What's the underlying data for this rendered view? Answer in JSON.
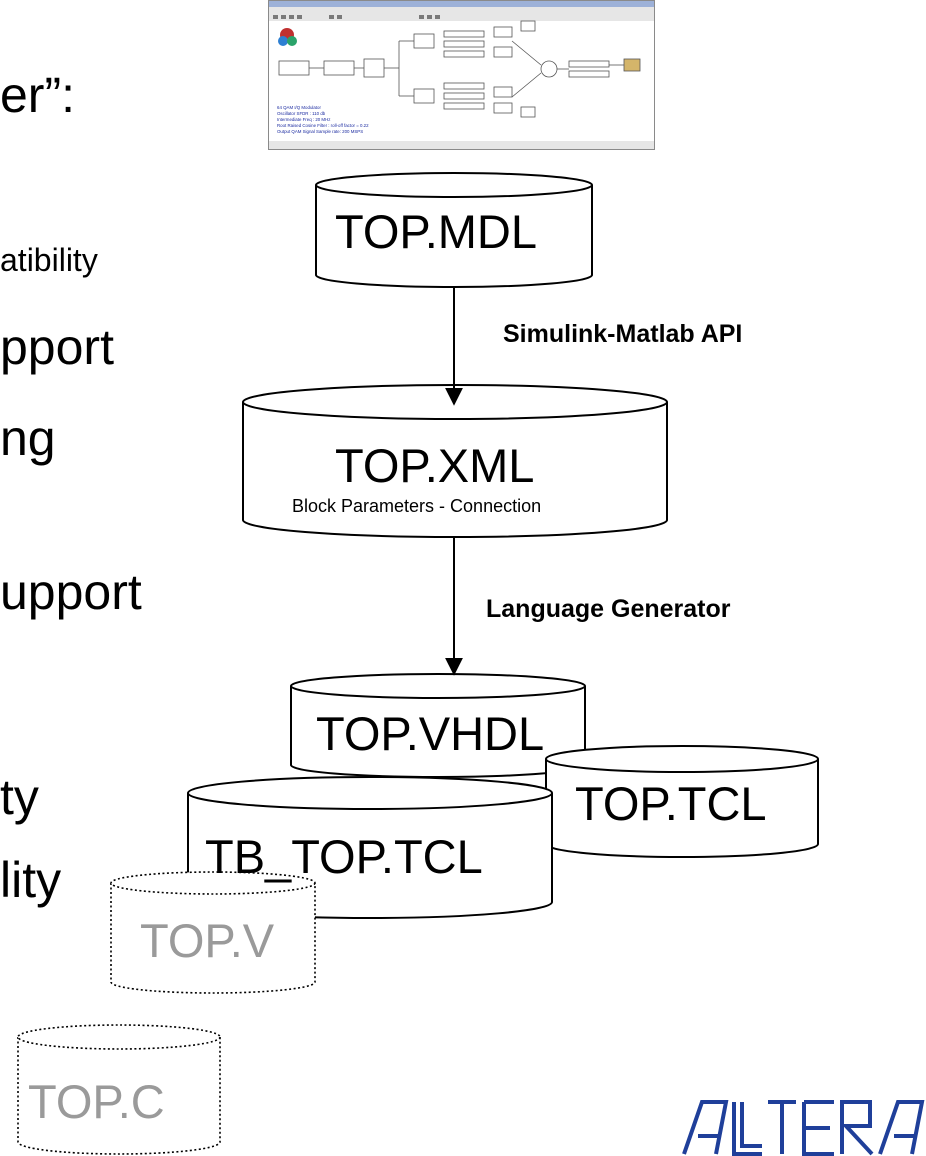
{
  "left_fragments": [
    "er”:",
    "atibility",
    "pport",
    "ng",
    "upport",
    "ty",
    "lity"
  ],
  "screenshot": {
    "lines": [
      "64 QAM I/Q Modulator",
      "Oscillator SFDR : 110 db",
      "Intermediate Freq : 20 MHz",
      "Root Raised Cosine Filter : roll-off factor = 0.22",
      "Output QAM Signal Sample rate: 200 MSPS"
    ]
  },
  "diagram": {
    "mdl": "TOP.MDL",
    "api_label": "Simulink-Matlab API",
    "xml": "TOP.XML",
    "xml_sub": "Block Parameters - Connection",
    "gen_label": "Language Generator",
    "vhdl": "TOP.VHDL",
    "tb_tcl": "TB_TOP.TCL",
    "tcl": "TOP.TCL",
    "v": "TOP.V",
    "c": "TOP.C"
  },
  "colors": {
    "logo": "#1f3f9a",
    "ghost_text": "#9a9a9a"
  }
}
